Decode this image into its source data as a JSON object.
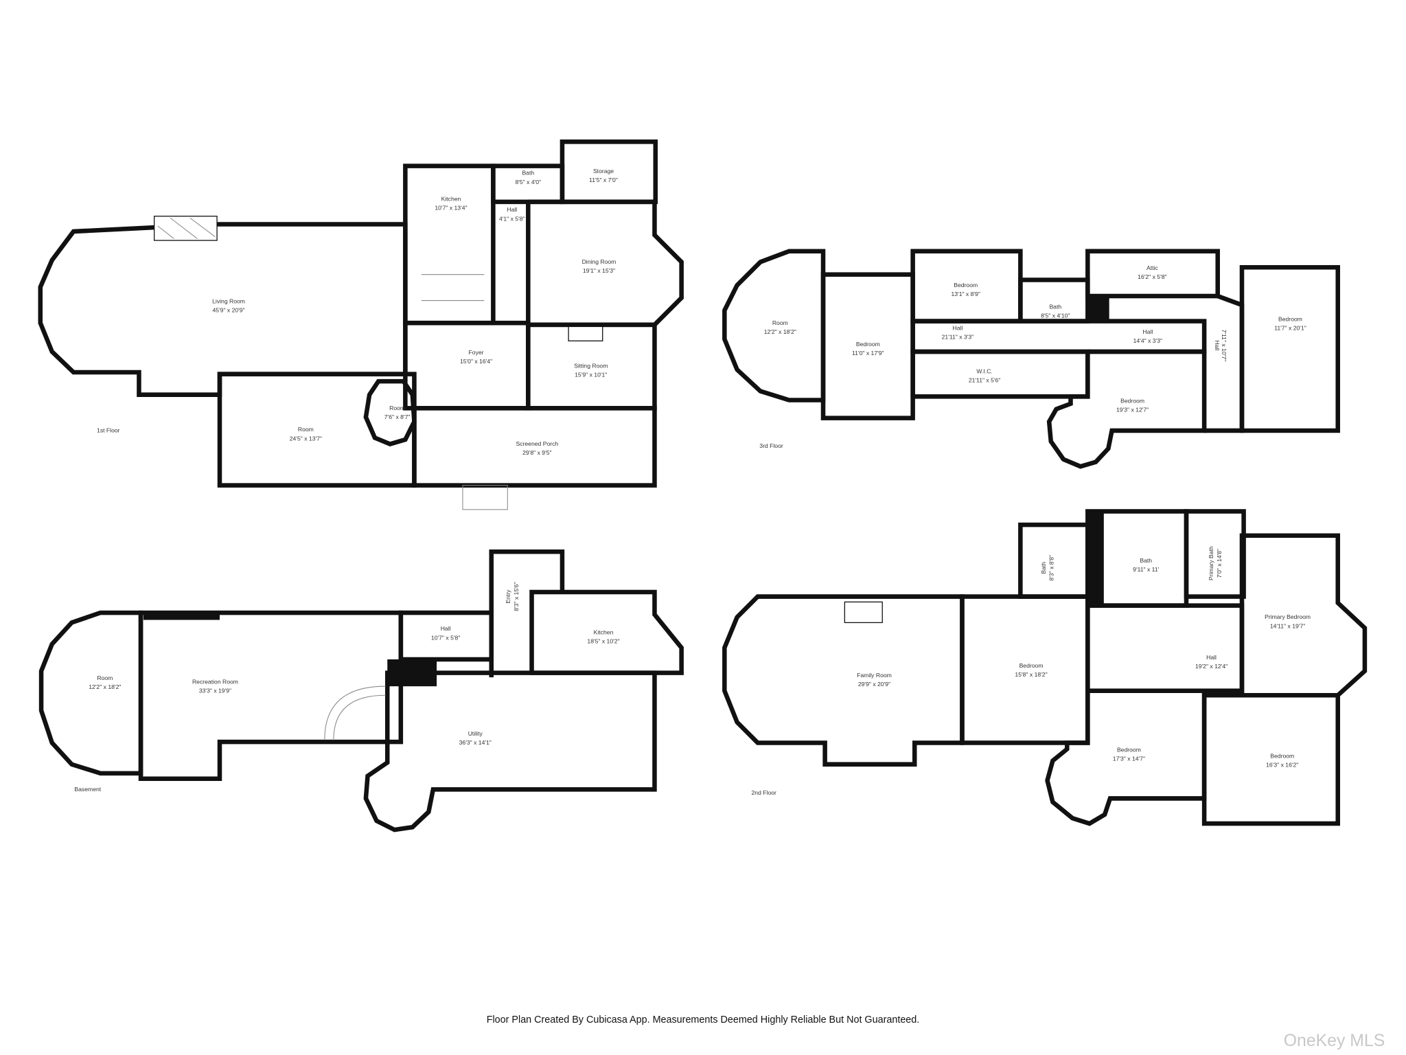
{
  "first_floor": {
    "label": "1st Floor",
    "rooms": [
      {
        "name": "Living Room",
        "dims": "45'9\" x 20'9\""
      },
      {
        "name": "Kitchen",
        "dims": "10'7\" x 13'4\""
      },
      {
        "name": "Bath",
        "dims": "8'5\" x 4'0\""
      },
      {
        "name": "Storage",
        "dims": "11'5\" x 7'0\""
      },
      {
        "name": "Hall",
        "dims": "4'1\" x 5'8\""
      },
      {
        "name": "Dining Room",
        "dims": "19'1\" x 15'3\""
      },
      {
        "name": "Foyer",
        "dims": "15'0\" x 16'4\""
      },
      {
        "name": "Sitting Room",
        "dims": "15'9\" x 10'1\""
      },
      {
        "name": "Room",
        "dims": "7'6\" x 8'7\""
      },
      {
        "name": "Room",
        "dims": "24'5\" x 13'7\""
      },
      {
        "name": "Screened Porch",
        "dims": "29'8\" x 9'5\""
      }
    ]
  },
  "third_floor": {
    "label": "3rd Floor",
    "rooms": [
      {
        "name": "Room",
        "dims": "12'2\" x 18'2\""
      },
      {
        "name": "Bedroom",
        "dims": "11'0\" x 17'9\""
      },
      {
        "name": "Bedroom",
        "dims": "13'1\" x 8'9\""
      },
      {
        "name": "Bath",
        "dims": "8'5\" x 4'10\""
      },
      {
        "name": "Attic",
        "dims": "16'2\" x 5'8\""
      },
      {
        "name": "Hall",
        "dims": "21'11\" x 3'3\""
      },
      {
        "name": "Hall",
        "dims": "14'4\" x 3'3\""
      },
      {
        "name": "Hall",
        "dims": "7'11\" x 10'7\""
      },
      {
        "name": "Bedroom",
        "dims": "11'7\" x 20'1\""
      },
      {
        "name": "W.I.C.",
        "dims": "21'11\" x 5'6\""
      },
      {
        "name": "Bedroom",
        "dims": "19'3\" x 12'7\""
      }
    ]
  },
  "second_floor": {
    "label": "2nd Floor",
    "rooms": [
      {
        "name": "Family Room",
        "dims": "29'9\" x 20'9\""
      },
      {
        "name": "Bedroom",
        "dims": "15'8\" x 18'2\""
      },
      {
        "name": "Bath",
        "dims": "8'3\" x 8'8\""
      },
      {
        "name": "Bath",
        "dims": "9'11\" x 11'"
      },
      {
        "name": "Primary Bath",
        "dims": "7'0\" x 14'8\""
      },
      {
        "name": "Primary Bedroom",
        "dims": "14'11\" x 19'7\""
      },
      {
        "name": "Hall",
        "dims": "19'2\" x 12'4\""
      },
      {
        "name": "Bedroom",
        "dims": "17'3\" x 14'7\""
      },
      {
        "name": "Bedroom",
        "dims": "16'3\" x 16'2\""
      }
    ]
  },
  "basement": {
    "label": "Basement",
    "rooms": [
      {
        "name": "Room",
        "dims": "12'2\" x 18'2\""
      },
      {
        "name": "Recreation Room",
        "dims": "33'3\" x 19'9\""
      },
      {
        "name": "Hall",
        "dims": "10'7\" x 5'8\""
      },
      {
        "name": "Entry",
        "dims": "8'3\" x 15'6\""
      },
      {
        "name": "Kitchen",
        "dims": "18'5\" x 10'2\""
      },
      {
        "name": "Utility",
        "dims": "36'3\" x 14'1\""
      }
    ]
  },
  "footer": "Floor Plan Created By Cubicasa App. Measurements Deemed Highly Reliable But Not Guaranteed.",
  "watermark": "OneKey MLS"
}
